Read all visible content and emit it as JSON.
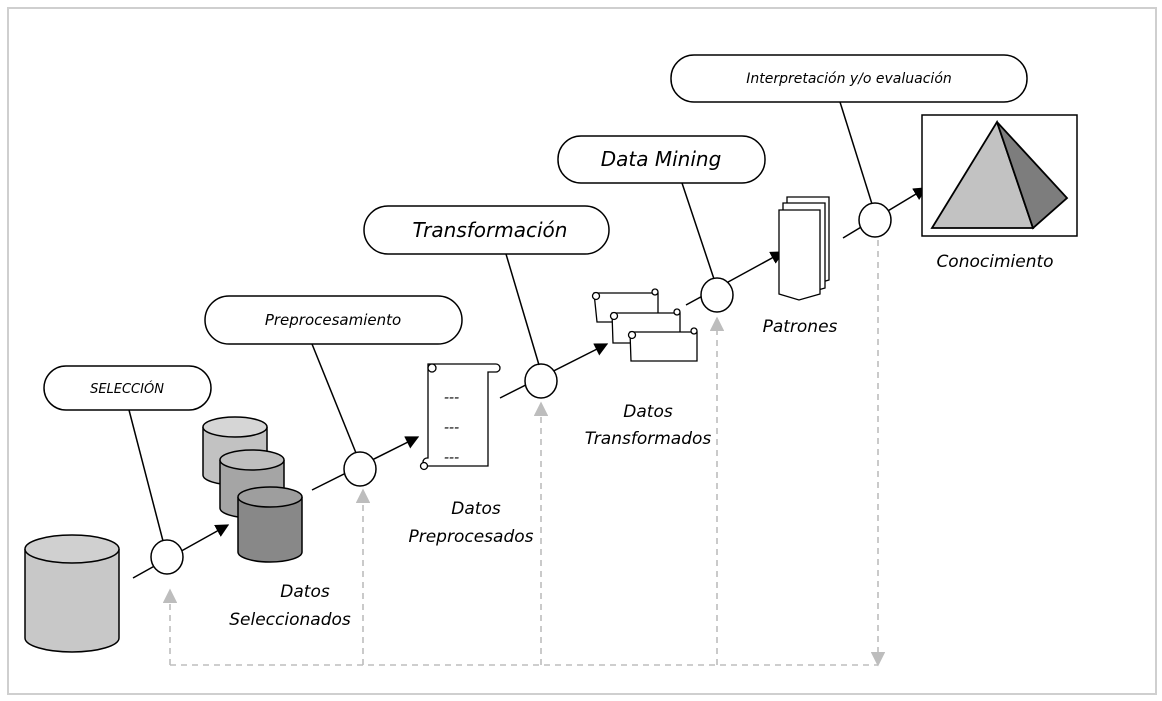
{
  "steps": {
    "seleccion": "SELECCIÓN",
    "preprocesamiento": "Preprocesamiento",
    "transformacion": "Transformación",
    "data_mining": "Data Mining",
    "interpretacion": "Interpretación y/o evaluación"
  },
  "artifacts": {
    "datos_seleccionados": [
      "Datos",
      "Seleccionados"
    ],
    "datos_preprocesados": [
      "Datos",
      "Preprocesados"
    ],
    "datos_transformados": [
      "Datos",
      "Transformados"
    ],
    "patrones": "Patrones",
    "conocimiento": "Conocimiento"
  },
  "scroll_marks": "---",
  "colors": {
    "light_gray": "#cccccc",
    "mid_gray": "#a8a8a8",
    "dark_gray": "#888888",
    "pyramid_light": "#c2c2c2",
    "pyramid_dark": "#7d7d7d",
    "dashed": "#bdbdbd"
  }
}
